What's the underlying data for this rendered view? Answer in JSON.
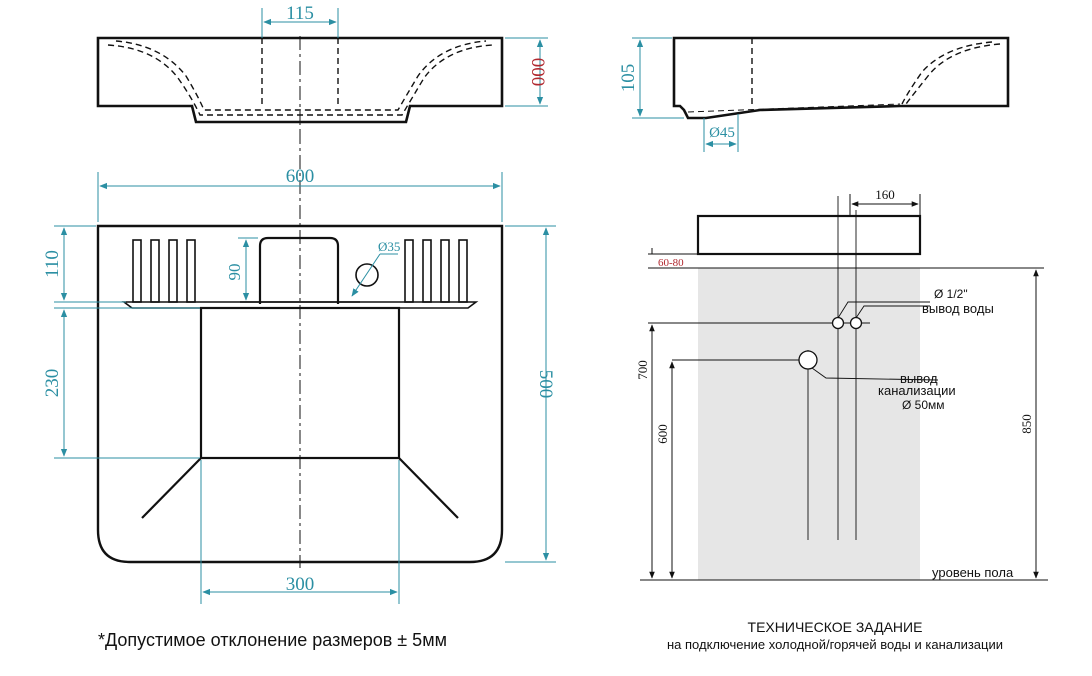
{
  "colors": {
    "dimension": "#2b8fa3",
    "accent": "#b0282f",
    "outline": "#111111",
    "wall": "#e6e6e6"
  },
  "top_view": {
    "dim_width_mm": "115",
    "dim_height_mm": "000"
  },
  "side_view": {
    "dim_height_mm": "105",
    "dim_drain_diameter": "Ø45"
  },
  "plan_view": {
    "dim_total_width": "600",
    "dim_back_depth": "110",
    "dim_bowl_depth": "230",
    "dim_total_depth": "500",
    "dim_bottom_width": "300",
    "dim_faucet_height": "90",
    "dim_hole_diameter": "Ø35"
  },
  "installation": {
    "dim_offset": "160",
    "dim_gap": "60-80",
    "dim_water_height": "700",
    "dim_drain_height": "600",
    "dim_top_height": "850",
    "label_water_diameter": "Ø 1/2\"",
    "label_water": "вывод воды",
    "label_drain_line1": "вывод",
    "label_drain_line2": "канализации",
    "label_drain_diameter": "Ø 50мм",
    "label_floor": "уровень пола"
  },
  "notes": {
    "tolerance": "*Допустимое отклонение размеров ± 5мм",
    "spec_title": "ТЕХНИЧЕСКОЕ ЗАДАНИЕ",
    "spec_subtitle": "на подключение холодной/горячей воды и канализации"
  }
}
